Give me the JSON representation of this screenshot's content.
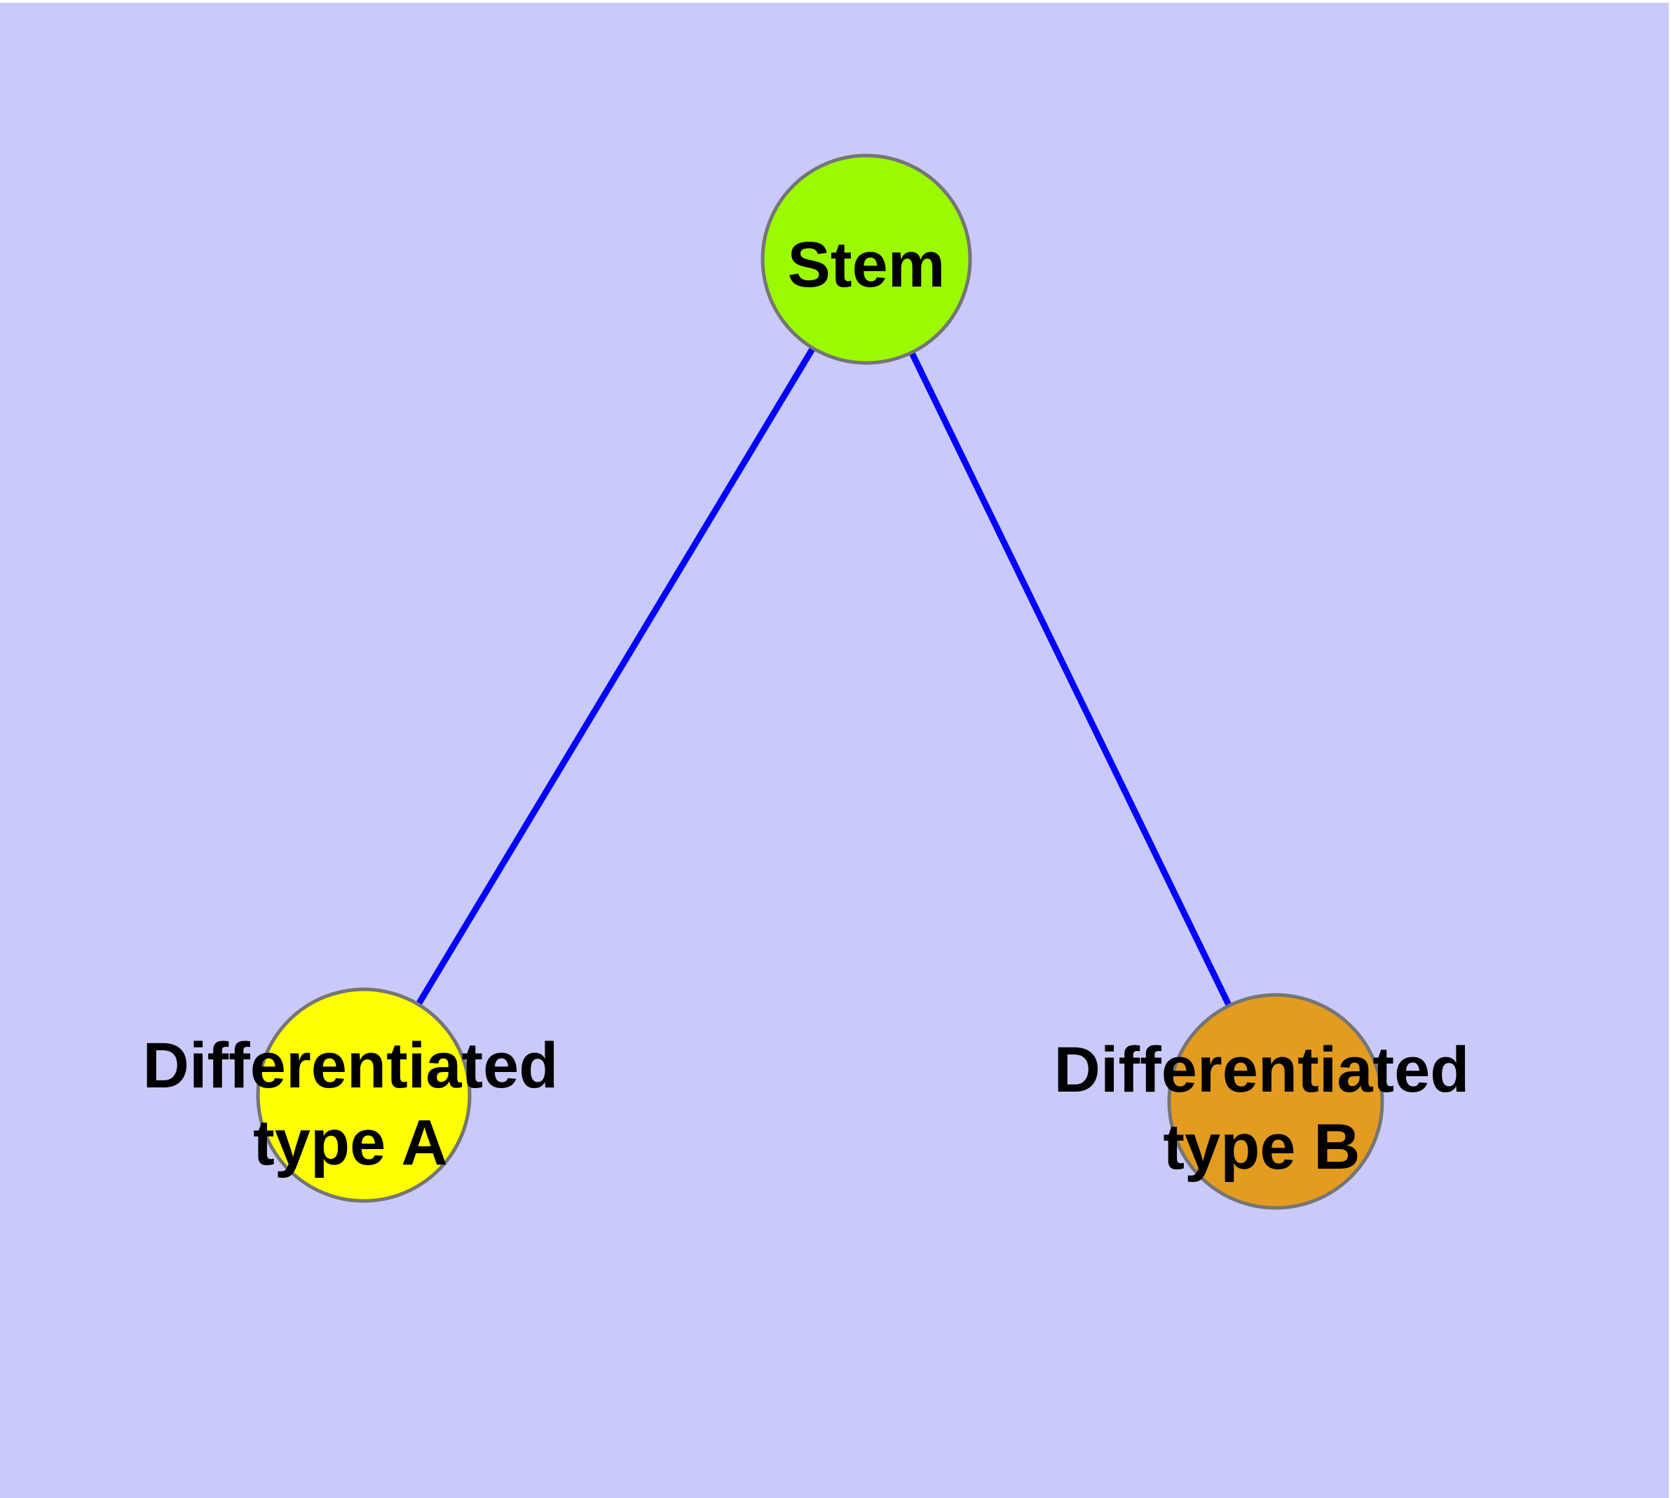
{
  "diagram": {
    "background_color": "#CACAFA",
    "margin_color": "#FFFFFF",
    "nodes": [
      {
        "id": "stem",
        "label": "Stem",
        "fill": "#9BFA00",
        "border_color": "#757575"
      },
      {
        "id": "differentiated-type-a",
        "label": "Differentiated\ntype A",
        "fill": "#FFFF00",
        "border_color": "#757575"
      },
      {
        "id": "differentiated-type-b",
        "label": "Differentiated\ntype B",
        "fill": "#E39C20",
        "border_color": "#757575"
      }
    ],
    "edges": [
      {
        "from": "stem",
        "to": "differentiated-type-a",
        "color": "#0000FF"
      },
      {
        "from": "stem",
        "to": "differentiated-type-b",
        "color": "#0000FF"
      }
    ]
  }
}
